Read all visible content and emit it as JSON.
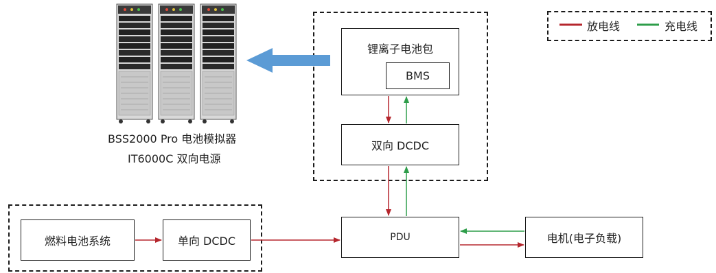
{
  "legend": {
    "discharge_label": "放电线",
    "charge_label": "充电线"
  },
  "equipment": {
    "line1": "BSS2000 Pro 电池模拟器",
    "line2": "IT6000C 双向电源"
  },
  "blocks": {
    "battery_pack": "锂离子电池包",
    "bms": "BMS",
    "bidirectional_dcdc": "双向 DCDC",
    "fuel_cell": "燃料电池系统",
    "unidirectional_dcdc": "单向 DCDC",
    "pdu": "PDU",
    "motor": "电机(电子负载)"
  },
  "colors": {
    "discharge": "#b5262d",
    "charge": "#2e9d4a",
    "arrow_blue": "#5b9bd5"
  }
}
